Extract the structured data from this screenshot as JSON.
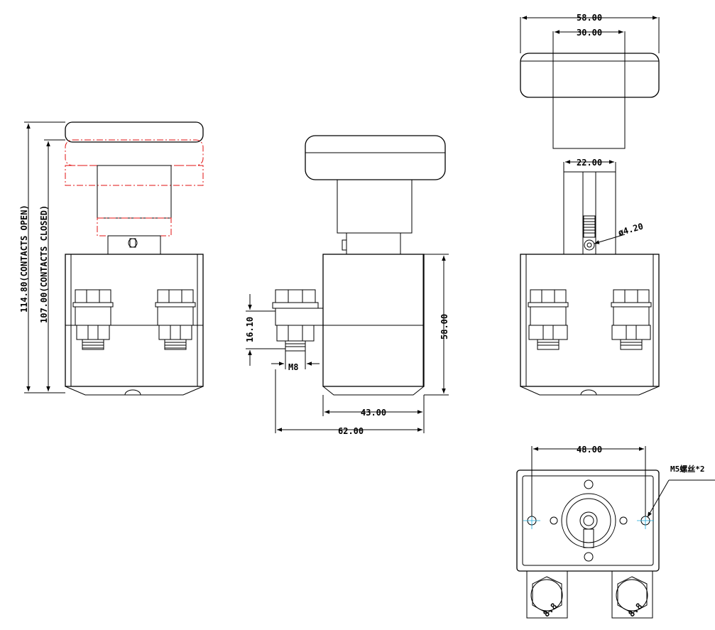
{
  "dimensions": {
    "top_outer": "58.00",
    "top_inner": "30.00",
    "stem_width": "22.00",
    "hole_dia": "ø4.20",
    "height_open": "114.80(CONTACTS OPEN)",
    "height_closed": "107.00(CONTACTS CLOSED)",
    "terminal_pitch": "16.10",
    "thread": "M8",
    "body_height": "58.00",
    "body_width": "43.00",
    "overall_width": "62.00",
    "mount_spacing": "48.00",
    "mount_note": "M5螺丝*2",
    "nut_mark": "8.8"
  },
  "colors": {
    "line": "#000000",
    "hidden_position": "#e01010",
    "centerline": "#18a8d8"
  }
}
